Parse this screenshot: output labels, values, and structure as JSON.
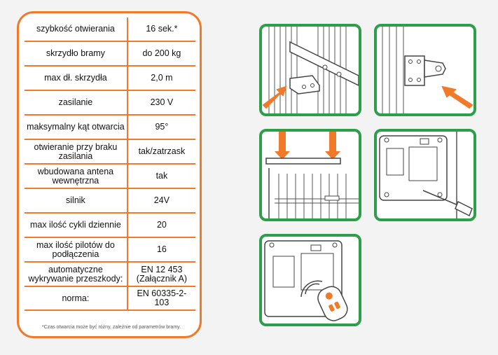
{
  "specs": [
    {
      "key": "szybkość otwierania",
      "value": "16 sek.*"
    },
    {
      "key": "skrzydło bramy",
      "value": "do 200 kg"
    },
    {
      "key": "max dł. skrzydła",
      "value": "2,0 m"
    },
    {
      "key": "zasilanie",
      "value": "230 V"
    },
    {
      "key": "maksymalny kąt otwarcia",
      "value": "95°"
    },
    {
      "key": "otwieranie przy braku zasilania",
      "value": "tak/zatrzask"
    },
    {
      "key": "wbudowana antena wewnętrzna",
      "value": "tak"
    },
    {
      "key": "silnik",
      "value": "24V"
    },
    {
      "key": "max ilość cykli dziennie",
      "value": "20"
    },
    {
      "key": "max ilość pilotów do podłączenia",
      "value": "16"
    },
    {
      "key": "automatyczne wykrywanie przeszkody:",
      "value": "EN 12 453 (Załącznik A)"
    },
    {
      "key": "norma:",
      "value": "EN 60335-2-103"
    }
  ],
  "footnote": "*Czas otwarcia może być różny, zależnie od parametrów bramy.",
  "colors": {
    "accent_orange": "#f07a2a",
    "panel_green": "#2e9e4a",
    "line": "#444444"
  },
  "illustrations": [
    {
      "name": "bracket-mount-gate-icon"
    },
    {
      "name": "bracket-mount-post-icon"
    },
    {
      "name": "actuator-install-icon"
    },
    {
      "name": "control-box-screwdriver-icon"
    },
    {
      "name": "control-box-remote-icon"
    }
  ]
}
